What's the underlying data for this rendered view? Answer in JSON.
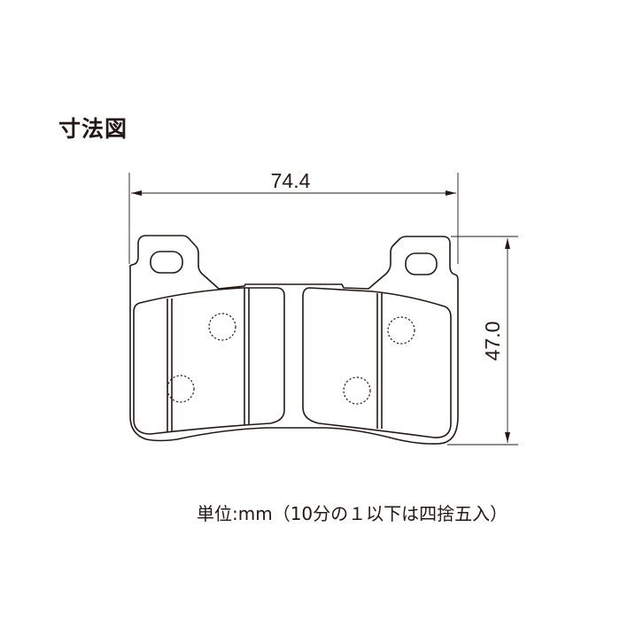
{
  "title": "寸法図",
  "dimensions": {
    "width_label": "74.4",
    "height_label": "47.0"
  },
  "note": "単位:mm（10分の１以下は四捨五入）"
}
